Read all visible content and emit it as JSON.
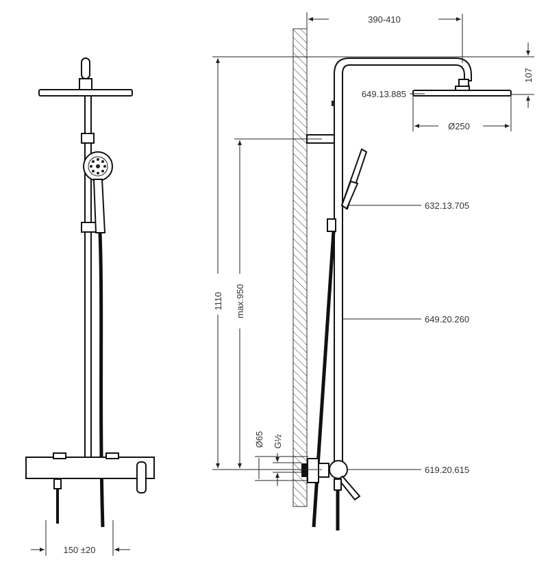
{
  "dimensions": {
    "arm_length": "390-410",
    "head_offset": "107",
    "head_diameter": "Ø250",
    "total_height": "1110",
    "max_height": "max.950",
    "escutcheon_diameter": "Ø65",
    "thread": "G½",
    "centers": "150 ±20"
  },
  "part_numbers": {
    "head_shower": "649.13.885",
    "hand_shower": "632.13.705",
    "riser_rail": "649.20.260",
    "mixer": "619.20.615"
  }
}
